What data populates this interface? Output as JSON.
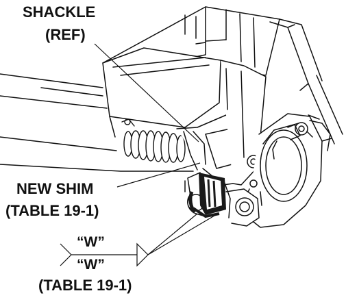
{
  "labels": {
    "shackle": "SHACKLE",
    "shackle_ref": "(REF)",
    "new_shim": "NEW SHIM",
    "new_shim_table": "(TABLE 19-1)",
    "weld_top": "“W”",
    "weld_bottom": "“W”",
    "weld_table": "(TABLE 19-1)"
  },
  "colors": {
    "line": "#111111",
    "background": "#ffffff",
    "shim_fill": "#1a1a1a"
  }
}
